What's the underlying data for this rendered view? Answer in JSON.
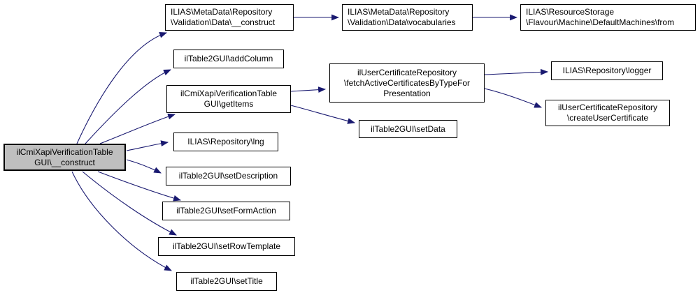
{
  "diagram": {
    "type": "call-graph",
    "edge_color": "#191970",
    "node_border_color": "#000000",
    "node_fill": "#ffffff",
    "highlight_fill": "#bfbfbf",
    "nodes": [
      {
        "id": "construct",
        "label": "ilCmiXapiVerificationTable\nGUI\\__construct",
        "highlighted": true
      },
      {
        "id": "md-construct",
        "label": "ILIAS\\MetaData\\Repository\n\\Validation\\Data\\__construct"
      },
      {
        "id": "md-vocabularies",
        "label": "ILIAS\\MetaData\\Repository\n\\Validation\\Data\\vocabularies"
      },
      {
        "id": "rs-from",
        "label": "ILIAS\\ResourceStorage\n\\Flavour\\Machine\\DefaultMachines\\from"
      },
      {
        "id": "add-column",
        "label": "ilTable2GUI\\addColumn"
      },
      {
        "id": "get-items",
        "label": "ilCmiXapiVerificationTable\nGUI\\getItems"
      },
      {
        "id": "fetch-certs",
        "label": "ilUserCertificateRepository\n\\fetchActiveCertificatesByTypeFor\nPresentation"
      },
      {
        "id": "logger",
        "label": "ILIAS\\Repository\\logger"
      },
      {
        "id": "create-cert",
        "label": "ilUserCertificateRepository\n\\createUserCertificate"
      },
      {
        "id": "set-data",
        "label": "ilTable2GUI\\setData"
      },
      {
        "id": "lng",
        "label": "ILIAS\\Repository\\lng"
      },
      {
        "id": "set-description",
        "label": "ilTable2GUI\\setDescription"
      },
      {
        "id": "set-form-action",
        "label": "ilTable2GUI\\setFormAction"
      },
      {
        "id": "set-row-template",
        "label": "ilTable2GUI\\setRowTemplate"
      },
      {
        "id": "set-title",
        "label": "ilTable2GUI\\setTitle"
      }
    ],
    "edges": [
      {
        "from": "construct",
        "to": "md-construct"
      },
      {
        "from": "construct",
        "to": "add-column"
      },
      {
        "from": "construct",
        "to": "get-items"
      },
      {
        "from": "construct",
        "to": "lng"
      },
      {
        "from": "construct",
        "to": "set-description"
      },
      {
        "from": "construct",
        "to": "set-form-action"
      },
      {
        "from": "construct",
        "to": "set-row-template"
      },
      {
        "from": "construct",
        "to": "set-title"
      },
      {
        "from": "md-construct",
        "to": "md-vocabularies"
      },
      {
        "from": "md-vocabularies",
        "to": "rs-from"
      },
      {
        "from": "get-items",
        "to": "fetch-certs"
      },
      {
        "from": "get-items",
        "to": "set-data"
      },
      {
        "from": "fetch-certs",
        "to": "logger"
      },
      {
        "from": "fetch-certs",
        "to": "create-cert"
      }
    ]
  }
}
